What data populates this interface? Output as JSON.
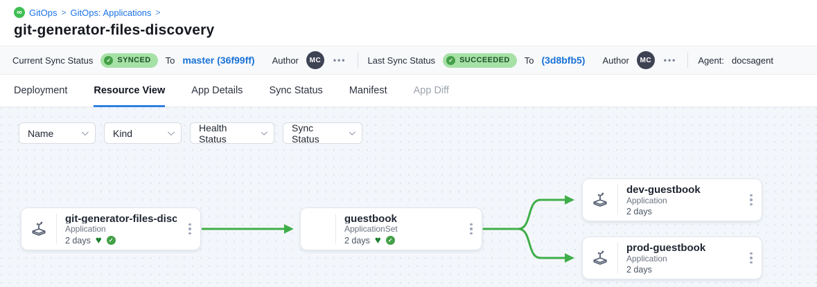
{
  "breadcrumb": {
    "icon_glyph": "∞",
    "items": [
      {
        "label": "GitOps"
      },
      {
        "label": "GitOps: Applications"
      }
    ],
    "separator": ">"
  },
  "page": {
    "title": "git-generator-files-discovery"
  },
  "status_bar": {
    "current": {
      "label": "Current Sync Status",
      "badge": "SYNCED",
      "badge_check": "✓",
      "to_label": "To",
      "revision": "master (36f99ff)",
      "author_label": "Author",
      "author_initials": "MC",
      "menu": "•••"
    },
    "last": {
      "label": "Last Sync Status",
      "badge": "SUCCEEDED",
      "badge_check": "✓",
      "to_label": "To",
      "revision": "(3d8bfb5)",
      "author_label": "Author",
      "author_initials": "MC",
      "menu": "•••"
    },
    "agent": {
      "label": "Agent:",
      "value": "docsagent"
    }
  },
  "tabs": [
    {
      "label": "Deployment",
      "state": "normal"
    },
    {
      "label": "Resource View",
      "state": "active"
    },
    {
      "label": "App Details",
      "state": "normal"
    },
    {
      "label": "Sync Status",
      "state": "normal"
    },
    {
      "label": "Manifest",
      "state": "normal"
    },
    {
      "label": "App Diff",
      "state": "disabled"
    }
  ],
  "filters": [
    {
      "label": "Name"
    },
    {
      "label": "Kind"
    },
    {
      "label": "Health Status"
    },
    {
      "label": "Sync Status"
    }
  ],
  "graph": {
    "nodes": [
      {
        "title": "git-generator-files-disco...",
        "kind": "Application",
        "age": "2 days",
        "health_check": "✓"
      },
      {
        "title": "guestbook",
        "kind": "ApplicationSet",
        "age": "2 days",
        "health_check": "✓"
      },
      {
        "title": "dev-guestbook",
        "kind": "Application",
        "age": "2 days"
      },
      {
        "title": "prod-guestbook",
        "kind": "Application",
        "age": "2 days"
      }
    ]
  },
  "colors": {
    "accent_blue": "#1a73e8",
    "tab_underline": "#2f7fe0",
    "badge_bg": "#a6e1a6",
    "badge_check_green": "#43a047",
    "heart_green": "#1b7d2c",
    "edge_green": "#3fae49",
    "breadcrumb_icon_green": "#3fbf52"
  }
}
